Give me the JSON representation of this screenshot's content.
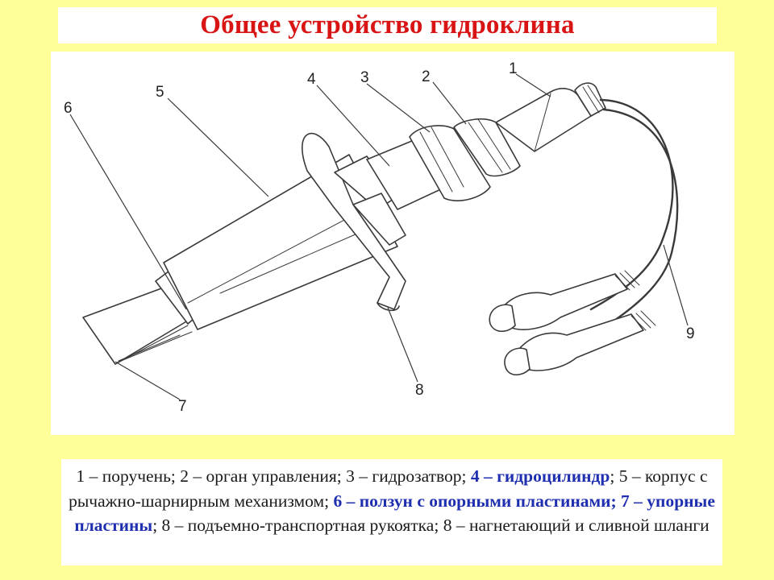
{
  "title": "Общее устройство гидроклина",
  "callouts": [
    "1",
    "2",
    "3",
    "4",
    "5",
    "6",
    "7",
    "8",
    "9"
  ],
  "legend": {
    "p1": "1 – поручень; 2 – орган управления; 3 – гидрозатвор; ",
    "p2": "4 – гидроцилиндр",
    "p3": "; 5 – корпус с рычажно-шарнирным механизмом; ",
    "p4": "6 – ползун с опорными пластинами; 7 – упорные пластины",
    "p5": "; 8 – подъемно-транспортная рукоятка; 8 – нагнетающий и сливной шланги"
  }
}
